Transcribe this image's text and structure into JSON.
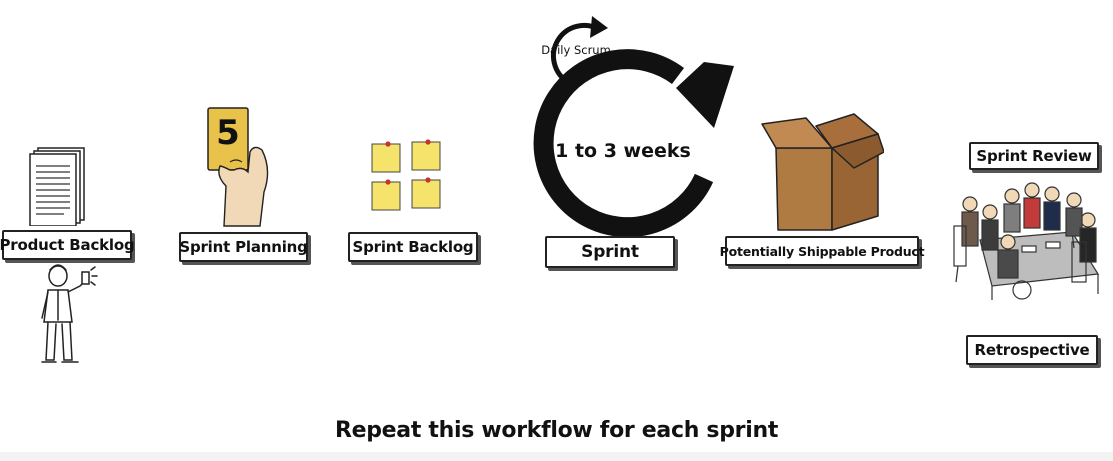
{
  "stages": {
    "product_backlog": "Product Backlog",
    "sprint_planning": "Sprint Planning",
    "sprint_backlog": "Sprint Backlog",
    "sprint": "Sprint",
    "potentially_shippable_product": "Potentially Shippable Product",
    "sprint_review": "Sprint Review",
    "retrospective": "Retrospective"
  },
  "planning_card_number": "5",
  "daily_scrum": "Daily Scrum",
  "cycle_duration": "1 to 3 weeks",
  "footer": "Repeat this workflow for each sprint",
  "colors": {
    "card_yellow": "#e8c24a",
    "sticky_note": "#f5e36b",
    "pin": "#c8332b",
    "box_brown": "#b07a43"
  }
}
